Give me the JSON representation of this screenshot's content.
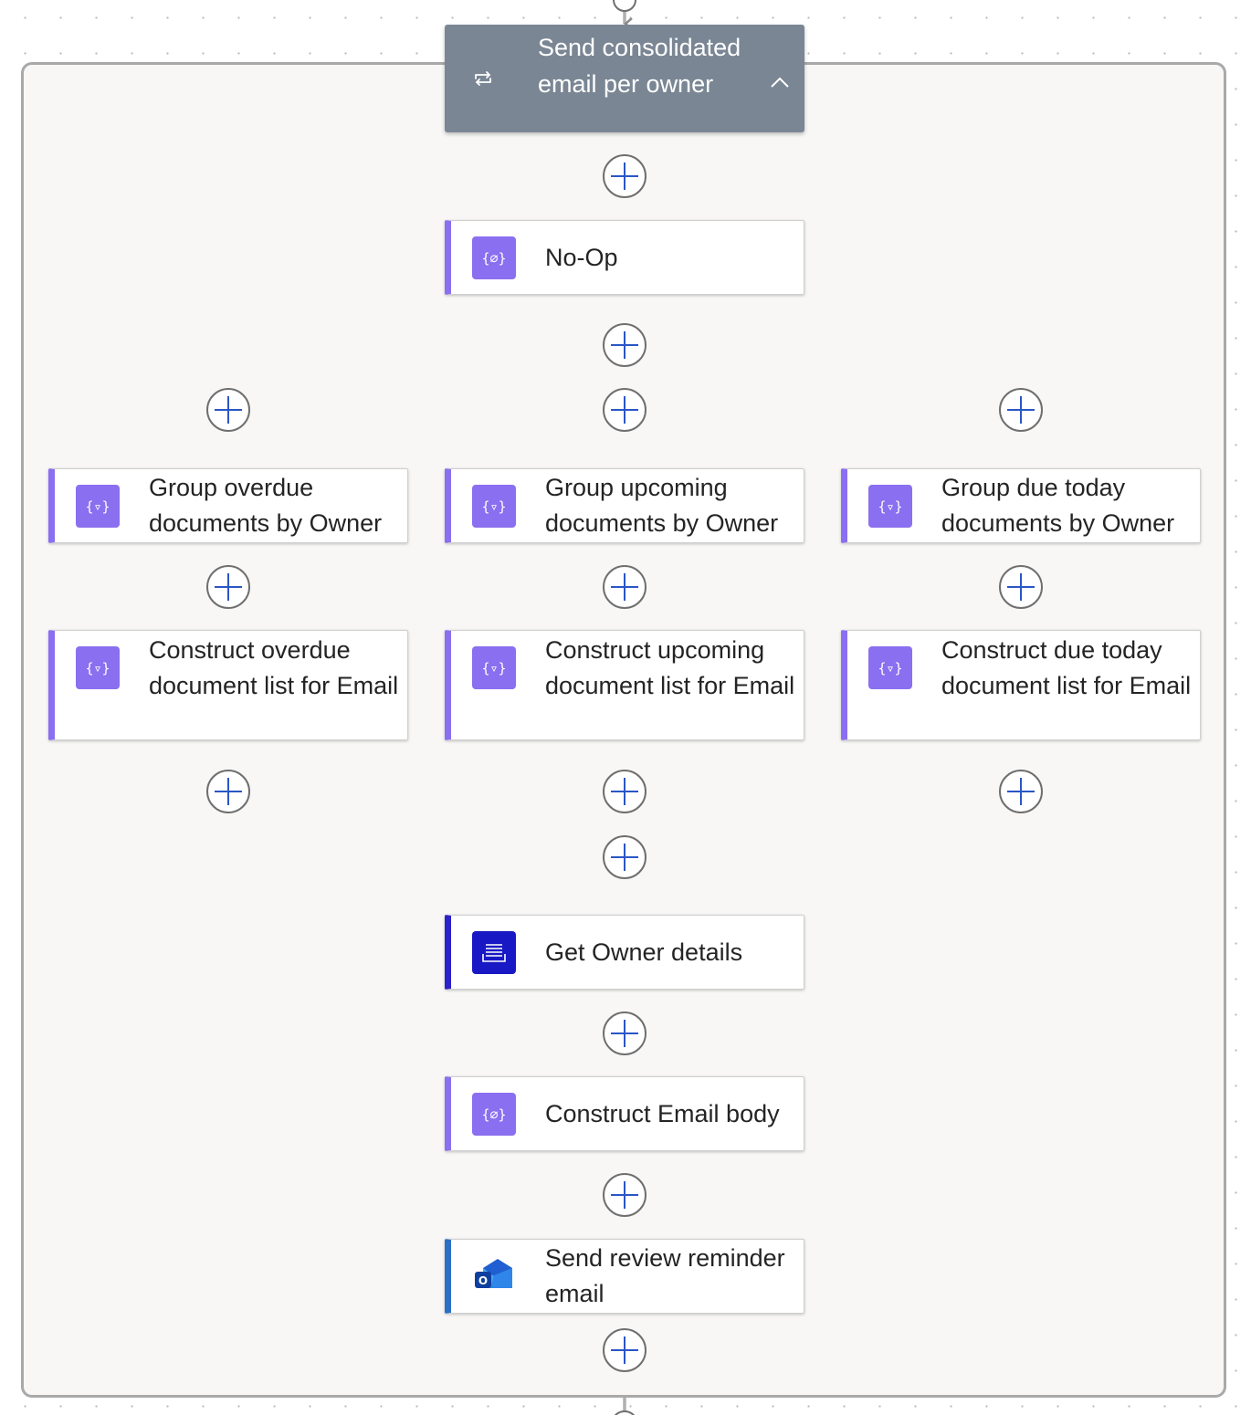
{
  "scope": {
    "title": "Send consolidated email per owner",
    "loop_icon": "loop-arrows-icon",
    "collapse_icon": "chevron-up-icon",
    "header_color": "#7a8694"
  },
  "actions": {
    "noop": {
      "label": "No-Op",
      "icon": "compose-icon"
    },
    "group_overdue": {
      "label": "Group overdue documents by Owner",
      "icon": "filter-array-icon"
    },
    "group_upcoming": {
      "label": "Group upcoming documents by Owner",
      "icon": "filter-array-icon"
    },
    "group_due_today": {
      "label": "Group due today documents by Owner",
      "icon": "filter-array-icon"
    },
    "construct_overdue": {
      "label": "Construct overdue document list for Email",
      "icon": "filter-array-icon"
    },
    "construct_upcoming": {
      "label": "Construct upcoming document list for Email",
      "icon": "filter-array-icon"
    },
    "construct_due_today": {
      "label": "Construct due today document list for Email",
      "icon": "filter-array-icon"
    },
    "get_owner": {
      "label": "Get Owner details",
      "icon": "dataverse-icon"
    },
    "construct_body": {
      "label": "Construct Email body",
      "icon": "compose-icon"
    },
    "send_email": {
      "label": "Send review reminder email",
      "icon": "outlook-icon"
    }
  },
  "colors": {
    "data_operation": "#8a6ff0",
    "dataverse": "#1818c4",
    "outlook": "#2a70c4",
    "add_step_plus": "#2a56c6"
  }
}
